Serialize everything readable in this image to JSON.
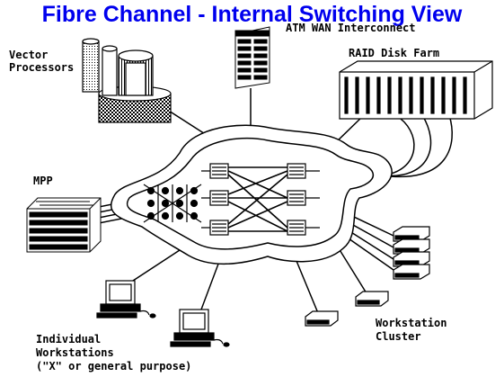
{
  "title": "Fibre Channel - Internal Switching View",
  "labels": {
    "vector_line1": "Vector",
    "vector_line2": "Processors",
    "atm": "ATM WAN Interconnect",
    "raid": "RAID Disk Farm",
    "mpp": "MPP",
    "workstation_cluster_line1": "Workstation",
    "workstation_cluster_line2": "Cluster",
    "individual_line1": "Individual",
    "individual_line2": "Workstations",
    "individual_line3": "(\"X\" or general purpose)"
  },
  "colors": {
    "title": "#0000ee",
    "ink": "#000000",
    "background": "#ffffff"
  }
}
